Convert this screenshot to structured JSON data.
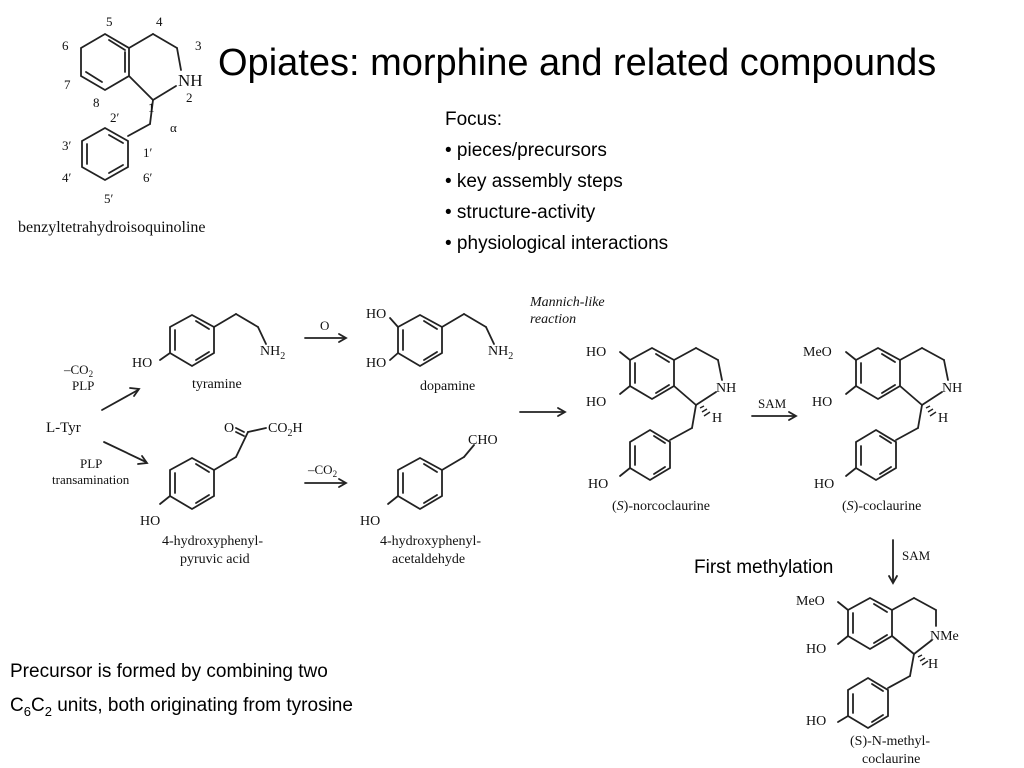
{
  "title": "Opiates: morphine and related compounds",
  "focus": {
    "heading": "Focus:",
    "items": [
      "• pieces/precursors",
      "• key assembly steps",
      "• structure-activity",
      "• physiological interactions"
    ]
  },
  "template_structure": {
    "caption": "benzyltetrahydroisoquinoline",
    "numbers": [
      "5",
      "4",
      "3",
      "6",
      "7",
      "8",
      "1",
      "2",
      "2′",
      "α",
      "3′",
      "1′",
      "4′",
      "6′",
      "5′"
    ],
    "nh": "NH"
  },
  "pathway": {
    "l_tyr": "L-Tyr",
    "upper_conditions": [
      "–CO2",
      "PLP"
    ],
    "lower_conditions": [
      "PLP",
      "transamination"
    ],
    "tyramine": {
      "ho": "HO",
      "nh2": "NH2",
      "name": "tyramine"
    },
    "oxidation_label": "O",
    "dopamine": {
      "ho1": "HO",
      "ho2": "HO",
      "nh2": "NH2",
      "name": "dopamine"
    },
    "hppa": {
      "ho": "HO",
      "co2h": "CO2H",
      "o": "O",
      "name_line1": "4-hydroxyphenyl-",
      "name_line2": "pyruvic acid"
    },
    "decarb_label": "–CO2",
    "hpaa": {
      "ho": "HO",
      "cho": "CHO",
      "name_line1": "4-hydroxyphenyl-",
      "name_line2": "acetaldehyde"
    },
    "mannich_line1": "Mannich-like",
    "mannich_line2": "reaction",
    "norcoclaurine": {
      "ho1": "HO",
      "ho2": "HO",
      "nh": "NH",
      "h": "H",
      "ho3": "HO",
      "name_prefix": "(",
      "name_s": "S",
      "name_rest": ")-norcoclaurine"
    },
    "sam1": "SAM",
    "coclaurine": {
      "meo": "MeO",
      "ho1": "HO",
      "nh": "NH",
      "h": "H",
      "ho2": "HO",
      "name_prefix": "(",
      "name_s": "S",
      "name_rest": ")-coclaurine"
    },
    "first_methylation": "First methylation",
    "sam2": "SAM",
    "nmethyl": {
      "meo": "MeO",
      "ho1": "HO",
      "nme": "NMe",
      "h": "H",
      "ho2": "HO",
      "name_line1": "(S)-N-methyl-",
      "name_line2": "coclaurine"
    }
  },
  "precursor_note": {
    "line1": "Precursor is formed by combining two",
    "line2_c": "C",
    "line2_sub1": "6",
    "line2_c2": "C",
    "line2_sub2": "2",
    "line2_rest": " units, both originating from tyrosine"
  }
}
